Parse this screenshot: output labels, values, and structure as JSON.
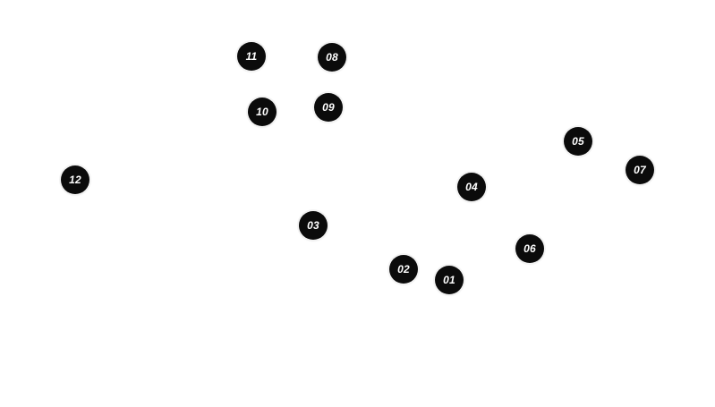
{
  "markers": [
    {
      "label": "01"
    },
    {
      "label": "02"
    },
    {
      "label": "03"
    },
    {
      "label": "04"
    },
    {
      "label": "05"
    },
    {
      "label": "06"
    },
    {
      "label": "07"
    },
    {
      "label": "08"
    },
    {
      "label": "09"
    },
    {
      "label": "10"
    },
    {
      "label": "11"
    },
    {
      "label": "12"
    }
  ],
  "colors": {
    "background": "#ffffff",
    "marker_fill": "#0b0b0b",
    "marker_text": "#ffffff"
  }
}
